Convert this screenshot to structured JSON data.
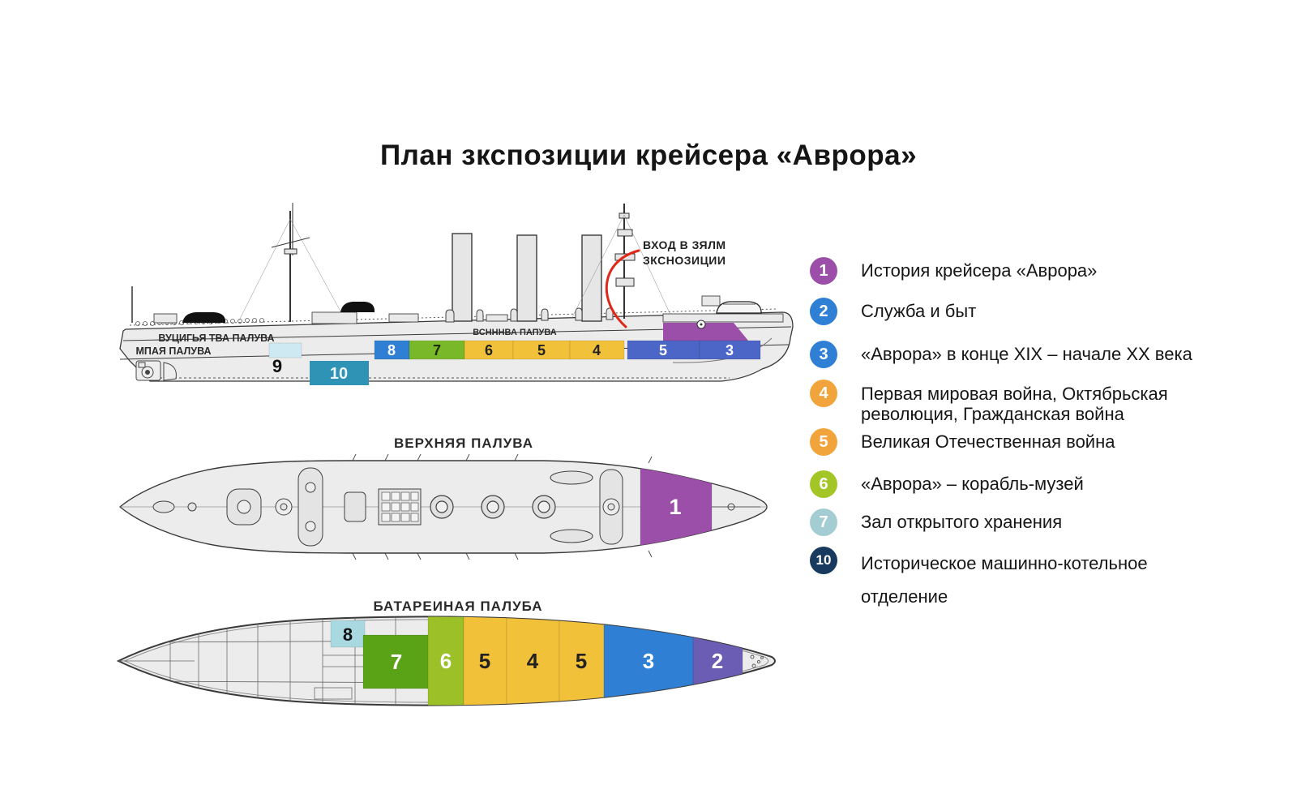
{
  "title": "План зкспозиции крейсера «Аврора»",
  "colors": {
    "purple": "#9b4fa8",
    "blue": "#2f80d4",
    "indigo": "#4b66c6",
    "indigo2": "#6b5cb4",
    "yellow": "#f2c13a",
    "orange": "#f2a43c",
    "green_side": "#79b829",
    "green_dark": "#5aa317",
    "green_light": "#9cc028",
    "green_badge": "#a3c626",
    "teal": "#2f93b5",
    "teal_pale": "#cfe9f3",
    "teal_light": "#a9d9e0",
    "badge_teal": "#a4cdd3",
    "navy": "#173a5e",
    "red_arrow": "#e02818"
  },
  "side_view": {
    "deck_label_top": "ВУЦИГЬЯ ТВА ПАЛУВА",
    "deck_label_bottom": "МПАЯ ПАЛУВА",
    "deck_label_mid": "ВСНННВА ПАПУВА",
    "entrance_line1": "ВХОД В ЗЯЛМ",
    "entrance_line2": "ЗКСНОЗИЦИИ",
    "segments": {
      "n9": "9",
      "n10": "10",
      "n8": "8",
      "n7": "7",
      "n6": "6",
      "n5a": "5",
      "n4": "4",
      "n5b": "5",
      "n3": "3"
    }
  },
  "upper_deck": {
    "label": "ВЕРХНЯЯ ПАЛУВА",
    "segment1": "1"
  },
  "battery_deck": {
    "label": "БАТАРЕИНАЯ ПАЛУБА",
    "segments": {
      "n8": "8",
      "n7": "7",
      "n6": "6",
      "n5a": "5",
      "n4": "4",
      "n5b": "5",
      "n3": "3",
      "n2": "2"
    }
  },
  "legend": {
    "items": [
      {
        "number": "1",
        "color": "#9b4fa8",
        "text": "История крейсера «Аврора»"
      },
      {
        "number": "2",
        "color": "#2f80d4",
        "text": "Служба и быт"
      },
      {
        "number": "3",
        "color": "#2f80d4",
        "text": "«Аврора» в конце XIX – начале XX века"
      },
      {
        "number": "4",
        "color": "#f2a43c",
        "text": "Первая мировая война, Октябрьская\nреволюция, Гражданская война"
      },
      {
        "number": "5",
        "color": "#f2a43c",
        "text": "Великая Отечественная война"
      },
      {
        "number": "6",
        "color": "#a3c626",
        "text": "«Аврора» – корабль-музей"
      },
      {
        "number": "7",
        "color": "#a4cdd3",
        "text": "Зал открытого хранения"
      },
      {
        "number": "10",
        "color": "#173a5e",
        "text": "Историческое машинно-котельное\nотделение"
      }
    ]
  }
}
